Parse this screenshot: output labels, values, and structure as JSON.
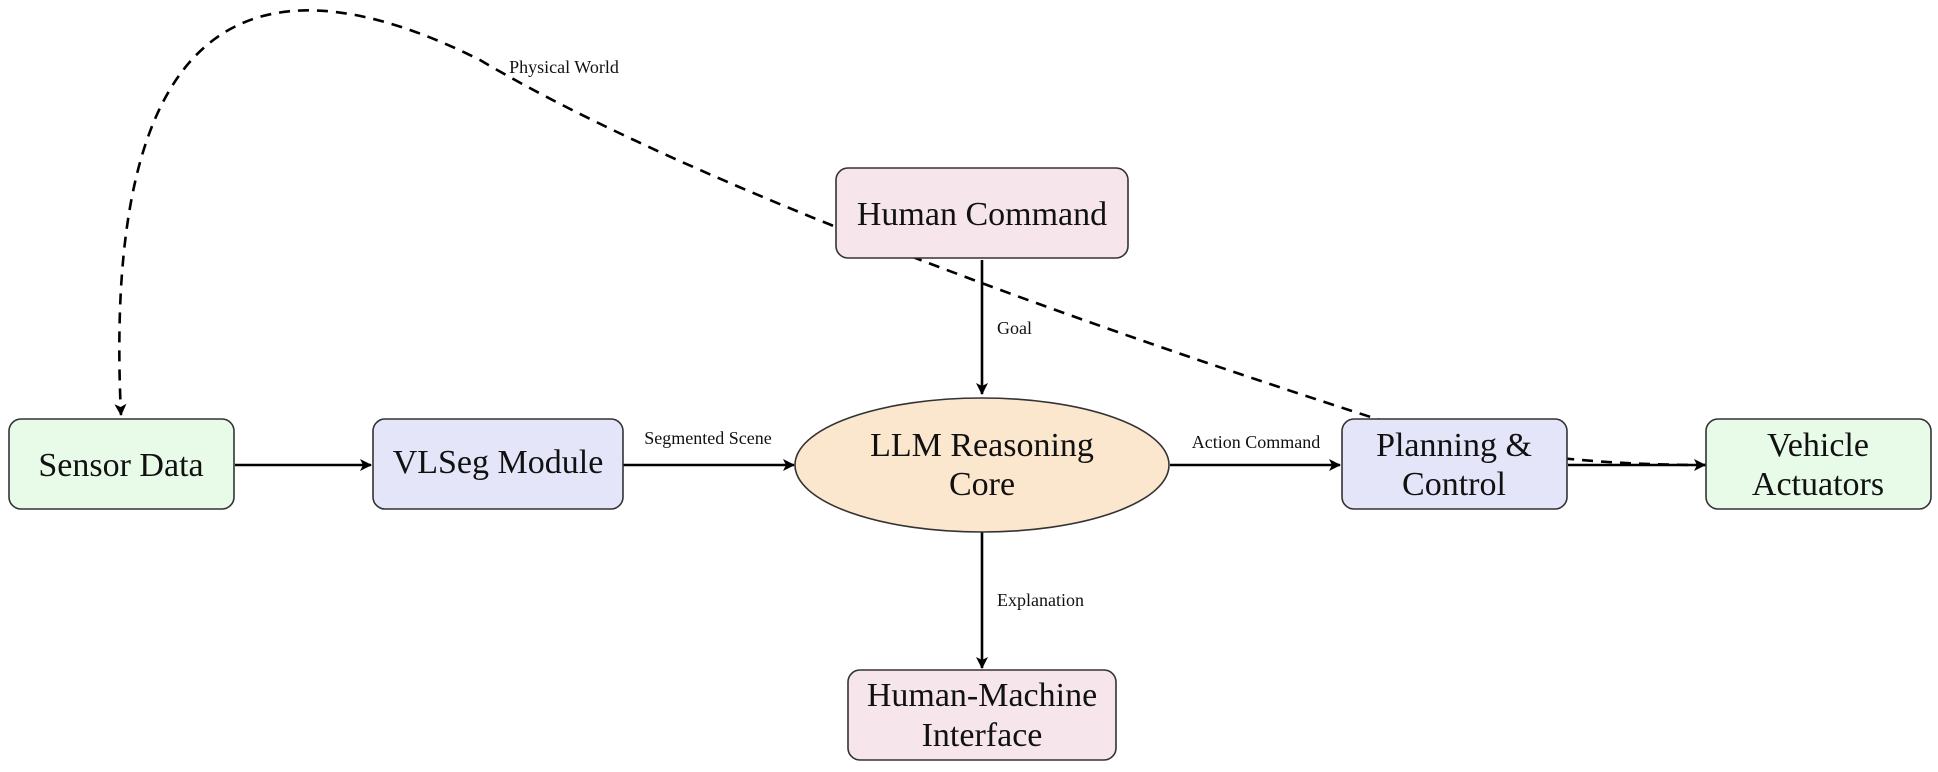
{
  "colors": {
    "sensor_fill": "#e8fbe8",
    "module_fill": "#e5e5fa",
    "human_fill": "#f6e6ec",
    "core_fill": "#fbe6ce",
    "stroke": "#333333"
  },
  "nodes": {
    "human_command": "Human Command",
    "sensor_data": "Sensor Data",
    "vlseg_module": "VLSeg Module",
    "llm_core_line1": "LLM Reasoning",
    "llm_core_line2": "Core",
    "planning_line1": "Planning &",
    "planning_line2": "Control",
    "actuators_line1": "Vehicle",
    "actuators_line2": "Actuators",
    "hmi_line1": "Human-Machine",
    "hmi_line2": "Interface"
  },
  "edges": {
    "physical_world": "Physical World",
    "goal": "Goal",
    "segmented_scene": "Segmented Scene",
    "action_command": "Action Command",
    "explanation": "Explanation"
  }
}
